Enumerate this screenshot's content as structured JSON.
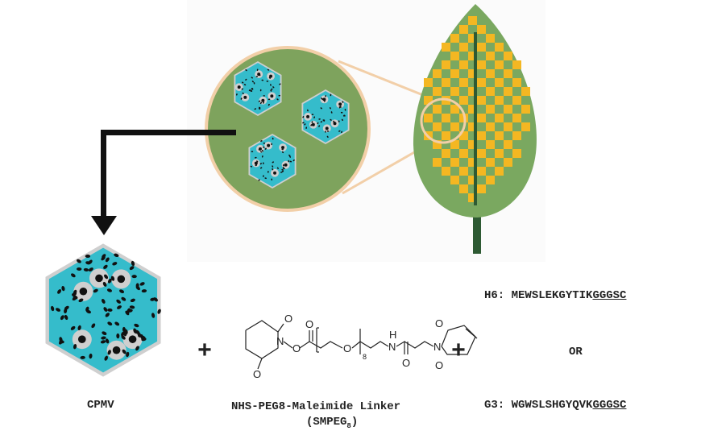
{
  "labels": {
    "cpmv": "CPMV",
    "linker_name": "NHS-PEG8-Maleimide Linker",
    "linker_abbrev_open": "(SMPEG",
    "linker_abbrev_sub": "8",
    "linker_abbrev_close": ")",
    "plus_1": "+",
    "plus_2": "+",
    "or": "OR"
  },
  "peptides": [
    {
      "id": "H6",
      "prefix": "H6: ",
      "sequence": "MEWSLEKGYTIK",
      "linker": "GGGSC"
    },
    {
      "id": "G3",
      "prefix": "G3: ",
      "sequence": "WGWSLSHGYQVK",
      "linker": "GGGSC"
    }
  ],
  "structure_atoms": {
    "o1": "O",
    "n1": "N",
    "o2": "O",
    "o3": "O",
    "o4": "O",
    "o5": "O",
    "peg_n": "8",
    "nh_n": "N",
    "nh_h": "H",
    "o6": "O",
    "n2": "N",
    "o7": "O",
    "o8": "O"
  },
  "colors": {
    "leaf_green": "#7aa860",
    "leaf_yellow": "#f4b722",
    "stem": "#2e5a33",
    "inset_bg": "#7ea35d",
    "inset_ring": "#f2cfa8",
    "virus_cyan": "#35bccb",
    "virus_dark": "#111111",
    "virus_grey": "#cfcfcf"
  }
}
